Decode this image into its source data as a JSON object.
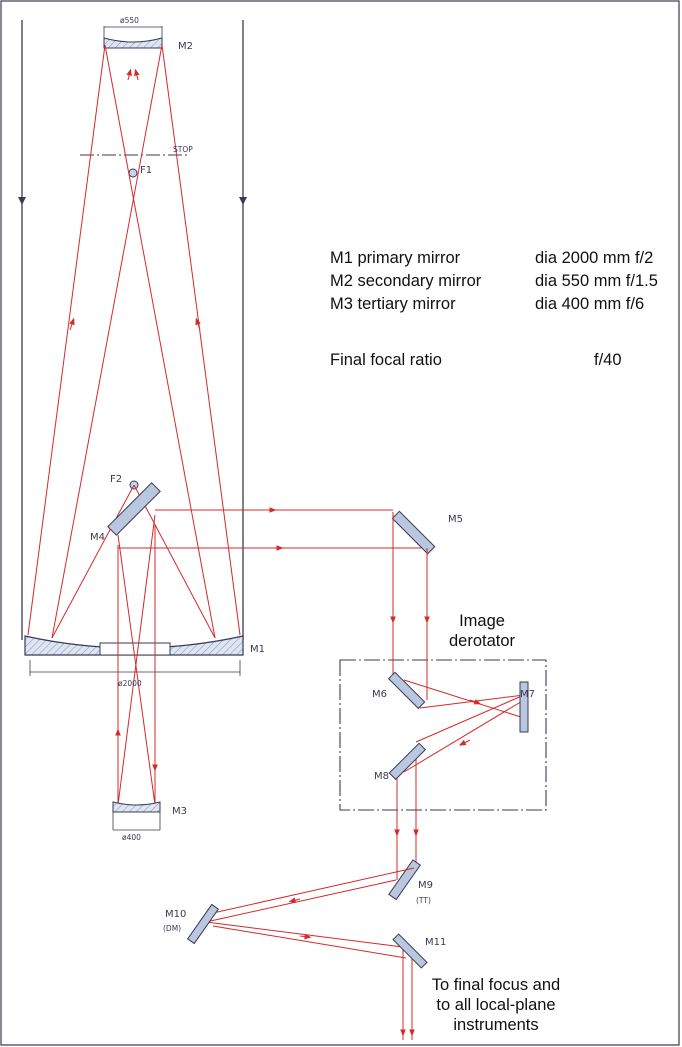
{
  "colors": {
    "frame": "#3a3a55",
    "ray": "#d42a2a",
    "mirror_fill": "#b9c7df",
    "hatch": "#8d9cc3",
    "text": "#111111"
  },
  "labels": {
    "m1_dia": "ø2000",
    "m2_dia": "ø550",
    "m3_dia": "ø400",
    "stop": "STOP",
    "f1": "F1",
    "f2": "F2",
    "m1": "M1",
    "m2": "M2",
    "m3": "M3",
    "m4": "M4",
    "m5": "M5",
    "m6": "M6",
    "m7": "M7",
    "m8": "M8",
    "m9": "M9",
    "m9_sub": "(TT)",
    "m10": "M10",
    "m10_sub": "(DM)",
    "m11": "M11"
  },
  "specs": [
    {
      "name": "M1 primary mirror",
      "value": "dia 2000 mm f/2"
    },
    {
      "name": "M2 secondary mirror",
      "value": "dia 550 mm f/1.5"
    },
    {
      "name": "M3 tertiary mirror",
      "value": "dia 400 mm f/6"
    }
  ],
  "final_ratio": {
    "label": "Final focal ratio",
    "value": "f/40"
  },
  "derotator": {
    "line1": "Image",
    "line2": "derotator"
  },
  "final_focus": {
    "line1": "To final focus and",
    "line2": "to all local-plane",
    "line3": "instruments"
  }
}
